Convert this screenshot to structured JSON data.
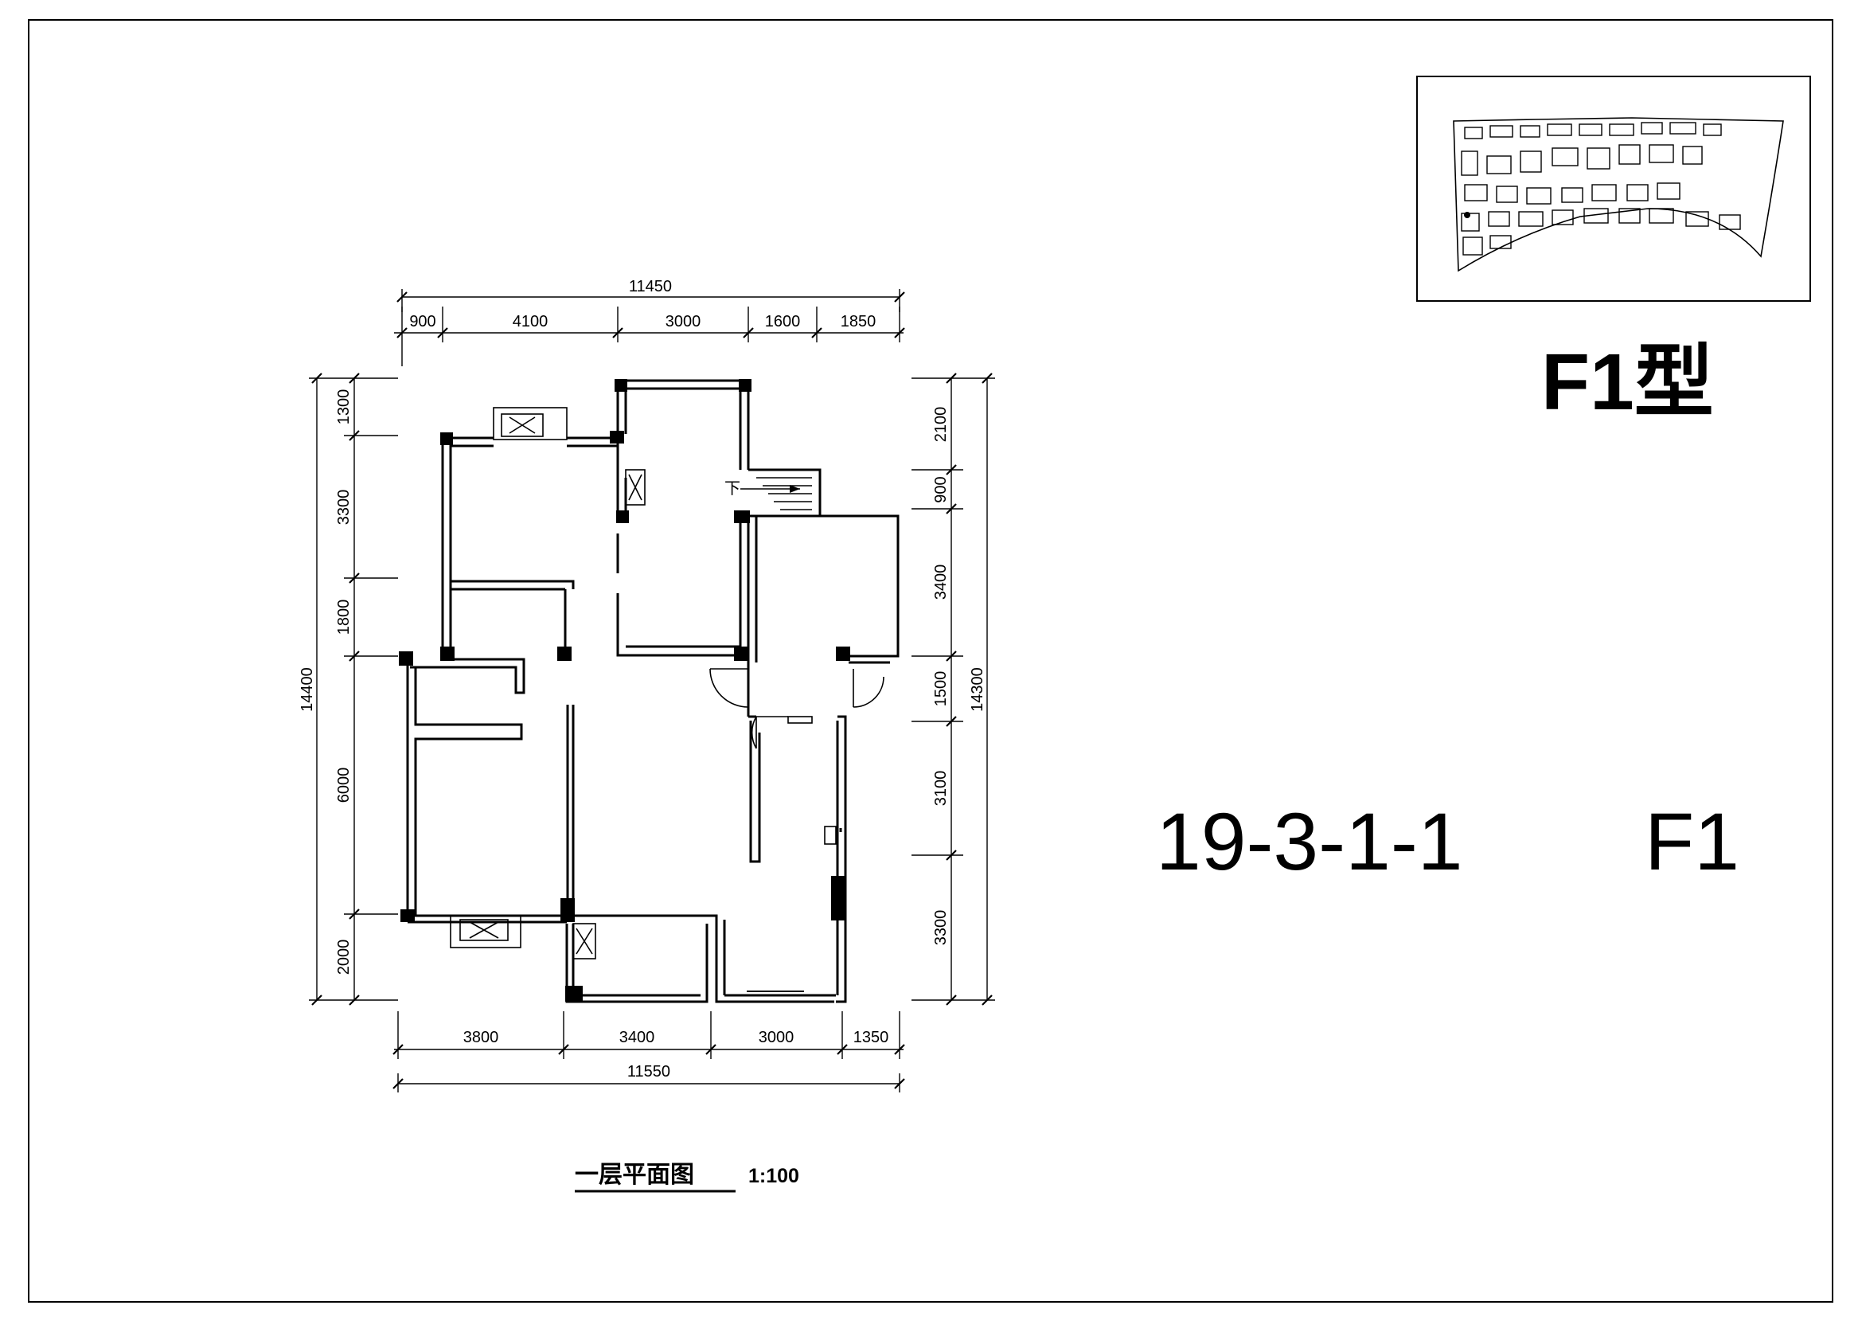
{
  "sheet": {
    "type_title": "F1型",
    "unit_code": "19-3-1-1",
    "unit_type": "F1",
    "plan_title": "一层平面图",
    "plan_scale": "1:100"
  },
  "dimensions": {
    "top_total": "11450",
    "top_segments": [
      "900",
      "4100",
      "3000",
      "1600",
      "1850"
    ],
    "bottom_segments": [
      "3800",
      "3400",
      "3000",
      "1350"
    ],
    "bottom_total": "11550",
    "left_segments": [
      "1300",
      "3300",
      "1800",
      "6000",
      "2000"
    ],
    "left_total": "14400",
    "right_segments": [
      "2100",
      "900",
      "3400",
      "1500",
      "3100",
      "3300"
    ],
    "right_total": "14300"
  },
  "annotations": {
    "stair_down": "下"
  }
}
